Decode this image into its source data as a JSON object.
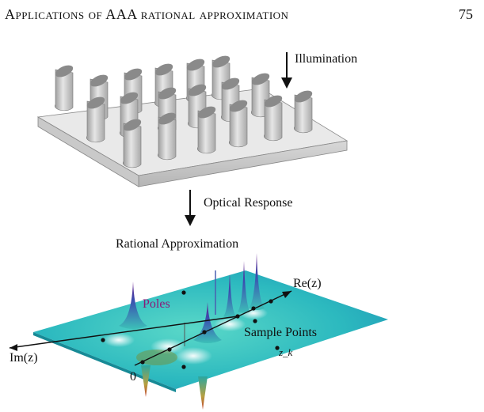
{
  "header": {
    "running_title": "Applications of AAA rational approximation",
    "page_number": "75"
  },
  "figure": {
    "illumination_label": "Illumination",
    "optical_response_label": "Optical Response",
    "rational_approx_label": "Rational Approximation",
    "re_axis_label": "Re(z)",
    "im_axis_label": "Im(z)",
    "origin_label": "0",
    "poles_label": "Poles",
    "sample_points_label": "Sample Points",
    "zk_label": "z_k",
    "colors": {
      "poles": "#8b1a7a",
      "surface": "#22b8b8",
      "pillar": "#c9c9c9"
    }
  }
}
